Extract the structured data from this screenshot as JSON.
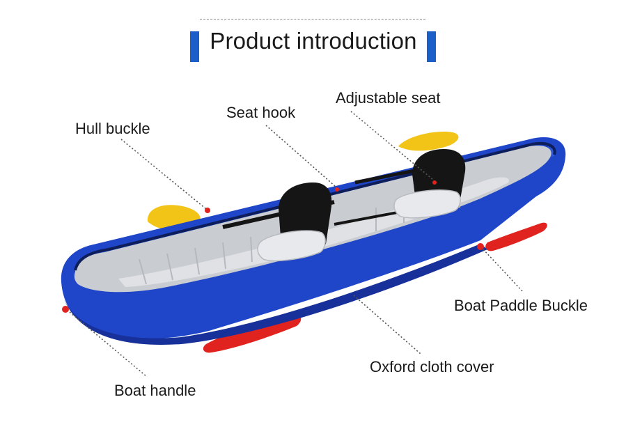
{
  "title": "Product introduction",
  "callouts": {
    "hull_buckle": "Hull buckle",
    "seat_hook": "Seat hook",
    "adjustable_seat": "Adjustable seat",
    "boat_paddle_buckle": "Boat Paddle Buckle",
    "oxford_cloth_cover": "Oxford cloth cover",
    "boat_handle": "Boat handle"
  },
  "colors": {
    "hull_blue": "#1f46c8",
    "inner_gray": "#c9ccd1",
    "paddle_yellow": "#f2c417",
    "paddle_red": "#e0231f",
    "seat_black": "#151515",
    "title_bar_blue": "#1c5fc9"
  }
}
